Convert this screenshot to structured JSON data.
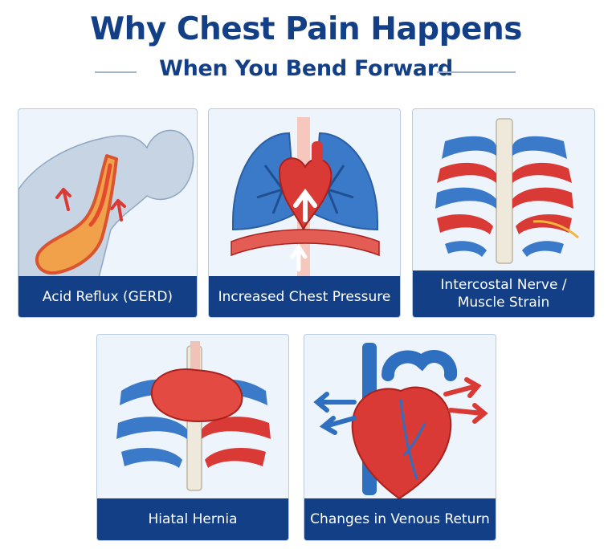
{
  "title": {
    "main": "Why Chest Pain Happens",
    "sub": "When You Bend Forward"
  },
  "colors": {
    "navy": "#123f86",
    "red": "#d93a35",
    "blue": "#2f6fbf",
    "card_bg": "#eef4fb"
  },
  "cards": [
    {
      "label": "Acid Reflux (GERD)",
      "icon": "bending-person-stomach-icon"
    },
    {
      "label": "Increased Chest Pressure",
      "icon": "lungs-heart-diaphragm-icon"
    },
    {
      "label_line1": "Intercostal Nerve /",
      "label_line2": "Muscle Strain",
      "icon": "rib-cage-icon"
    },
    {
      "label": "Hiatal Hernia",
      "icon": "hernia-ribcage-icon"
    },
    {
      "label": "Changes in Venous Return",
      "icon": "heart-blood-flow-icon"
    }
  ]
}
